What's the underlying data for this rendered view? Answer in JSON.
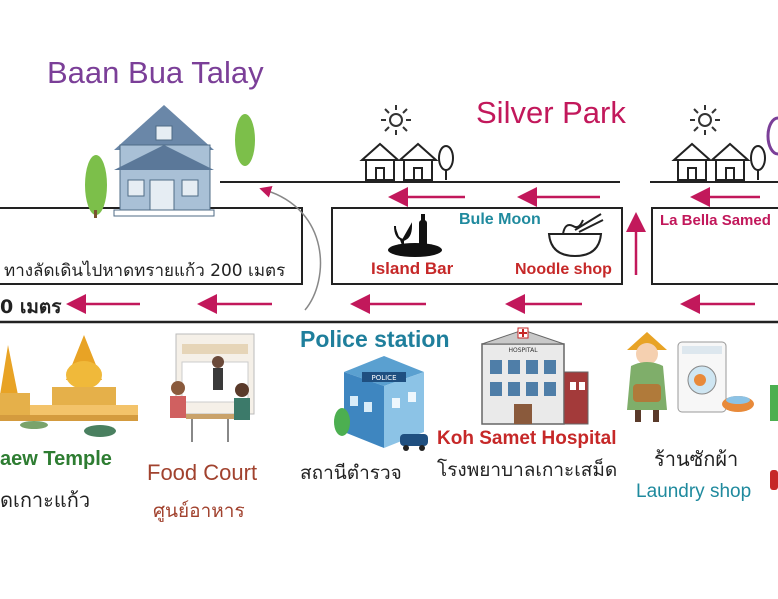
{
  "places": {
    "baan_bua_talay": "Baan Bua Talay",
    "silver_park": "Silver Park",
    "bule_moon": "Bule Moon",
    "la_bella_samed": "La Bella Samed",
    "island_bar": "Island Bar",
    "noodle_shop": "Noodle shop",
    "walkway_th": "ทางลัดเดินไปหาดทรายแก้ว 200 เมตร",
    "distance_left": "0 เมตร",
    "police_station": "Police station",
    "police_station_th": "สถานีตำรวจ",
    "police_sign": "POLICE",
    "hospital": "Koh Samet Hospital",
    "hospital_th": "โรงพยาบาลเกาะเสม็ด",
    "hospital_sign": "HOSPITAL",
    "temple": "aew Temple",
    "temple_th": "ดเกาะแก้ว",
    "food_court": "Food Court",
    "food_court_th": "ศูนย์อาหาร",
    "laundry_th": "ร้านซักผ้า",
    "laundry": "Laundry shop"
  },
  "colors": {
    "purple": "#7b3f98",
    "magenta": "#c2185b",
    "teal": "#1f8a9e",
    "red": "#c62828",
    "brown": "#a1422e",
    "arrow": "#c2185b"
  }
}
